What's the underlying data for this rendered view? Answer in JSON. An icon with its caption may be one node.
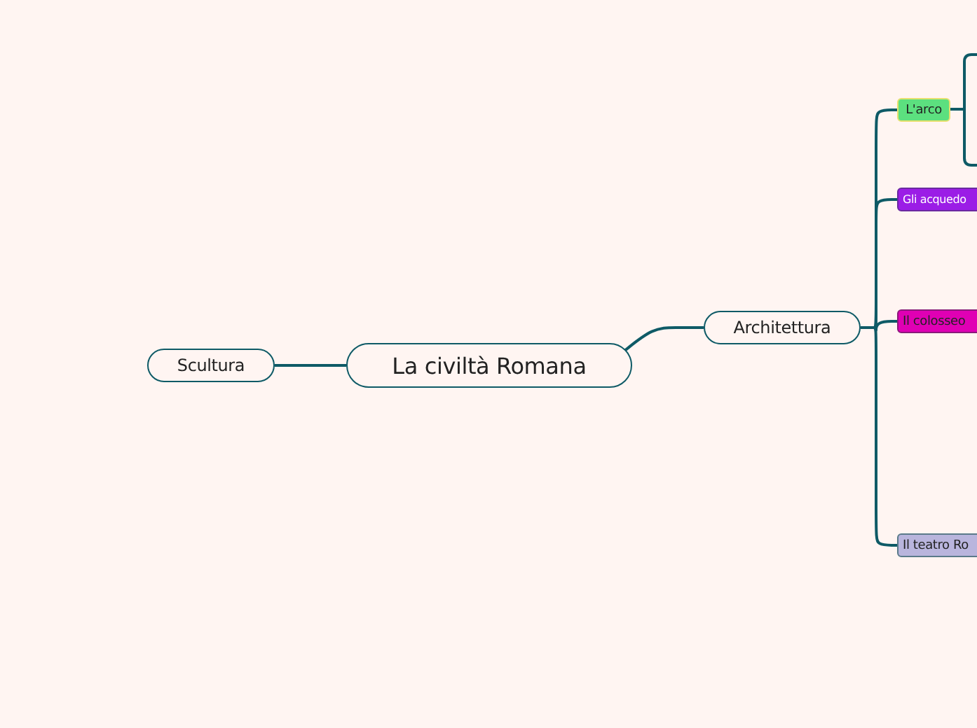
{
  "diagram": {
    "nodes": [
      {
        "text": [
          "La civiltà Romana"
        ]
      },
      {
        "text": [
          "Scultura"
        ]
      },
      {
        "text": [
          "Architettura"
        ]
      },
      {
        "text": [
          "L'arco"
        ]
      },
      {
        "text": [
          "Gli acquedo"
        ]
      },
      {
        "text": [
          "Il colosseo"
        ]
      },
      {
        "text": [
          "Il teatro Ro"
        ]
      }
    ],
    "edges": [
      {
        "from": 0,
        "to": 1,
        "arrow": "none"
      },
      {
        "from": 0,
        "to": 2,
        "arrow": "none"
      },
      {
        "from": 2,
        "to": 3,
        "arrow": "none"
      },
      {
        "from": 2,
        "to": 4,
        "arrow": "none"
      },
      {
        "from": 2,
        "to": 5,
        "arrow": "none"
      },
      {
        "from": 2,
        "to": 6,
        "arrow": "none"
      }
    ]
  }
}
